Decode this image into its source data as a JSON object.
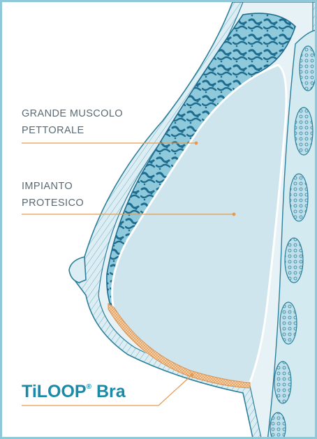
{
  "labels": {
    "muscle_line1": "GRANDE MUSCOLO",
    "muscle_line2": "PETTORALE",
    "implant_line1": "IMPIANTO",
    "implant_line2": "PROTESICO",
    "brand_name": "TiLOOP",
    "brand_mark": "®",
    "brand_suffix": "Bra"
  },
  "colors": {
    "frame": "#8fc9d9",
    "tissue_fill": "#dcedf3",
    "outline": "#2a7f9a",
    "muscle_dark": "#1e6d8f",
    "implant": "#cfe5ee",
    "mesh": "#f3c48f",
    "leader": "#e89a4c",
    "text": "#5a6a74",
    "brand": "#1a8aa6"
  }
}
